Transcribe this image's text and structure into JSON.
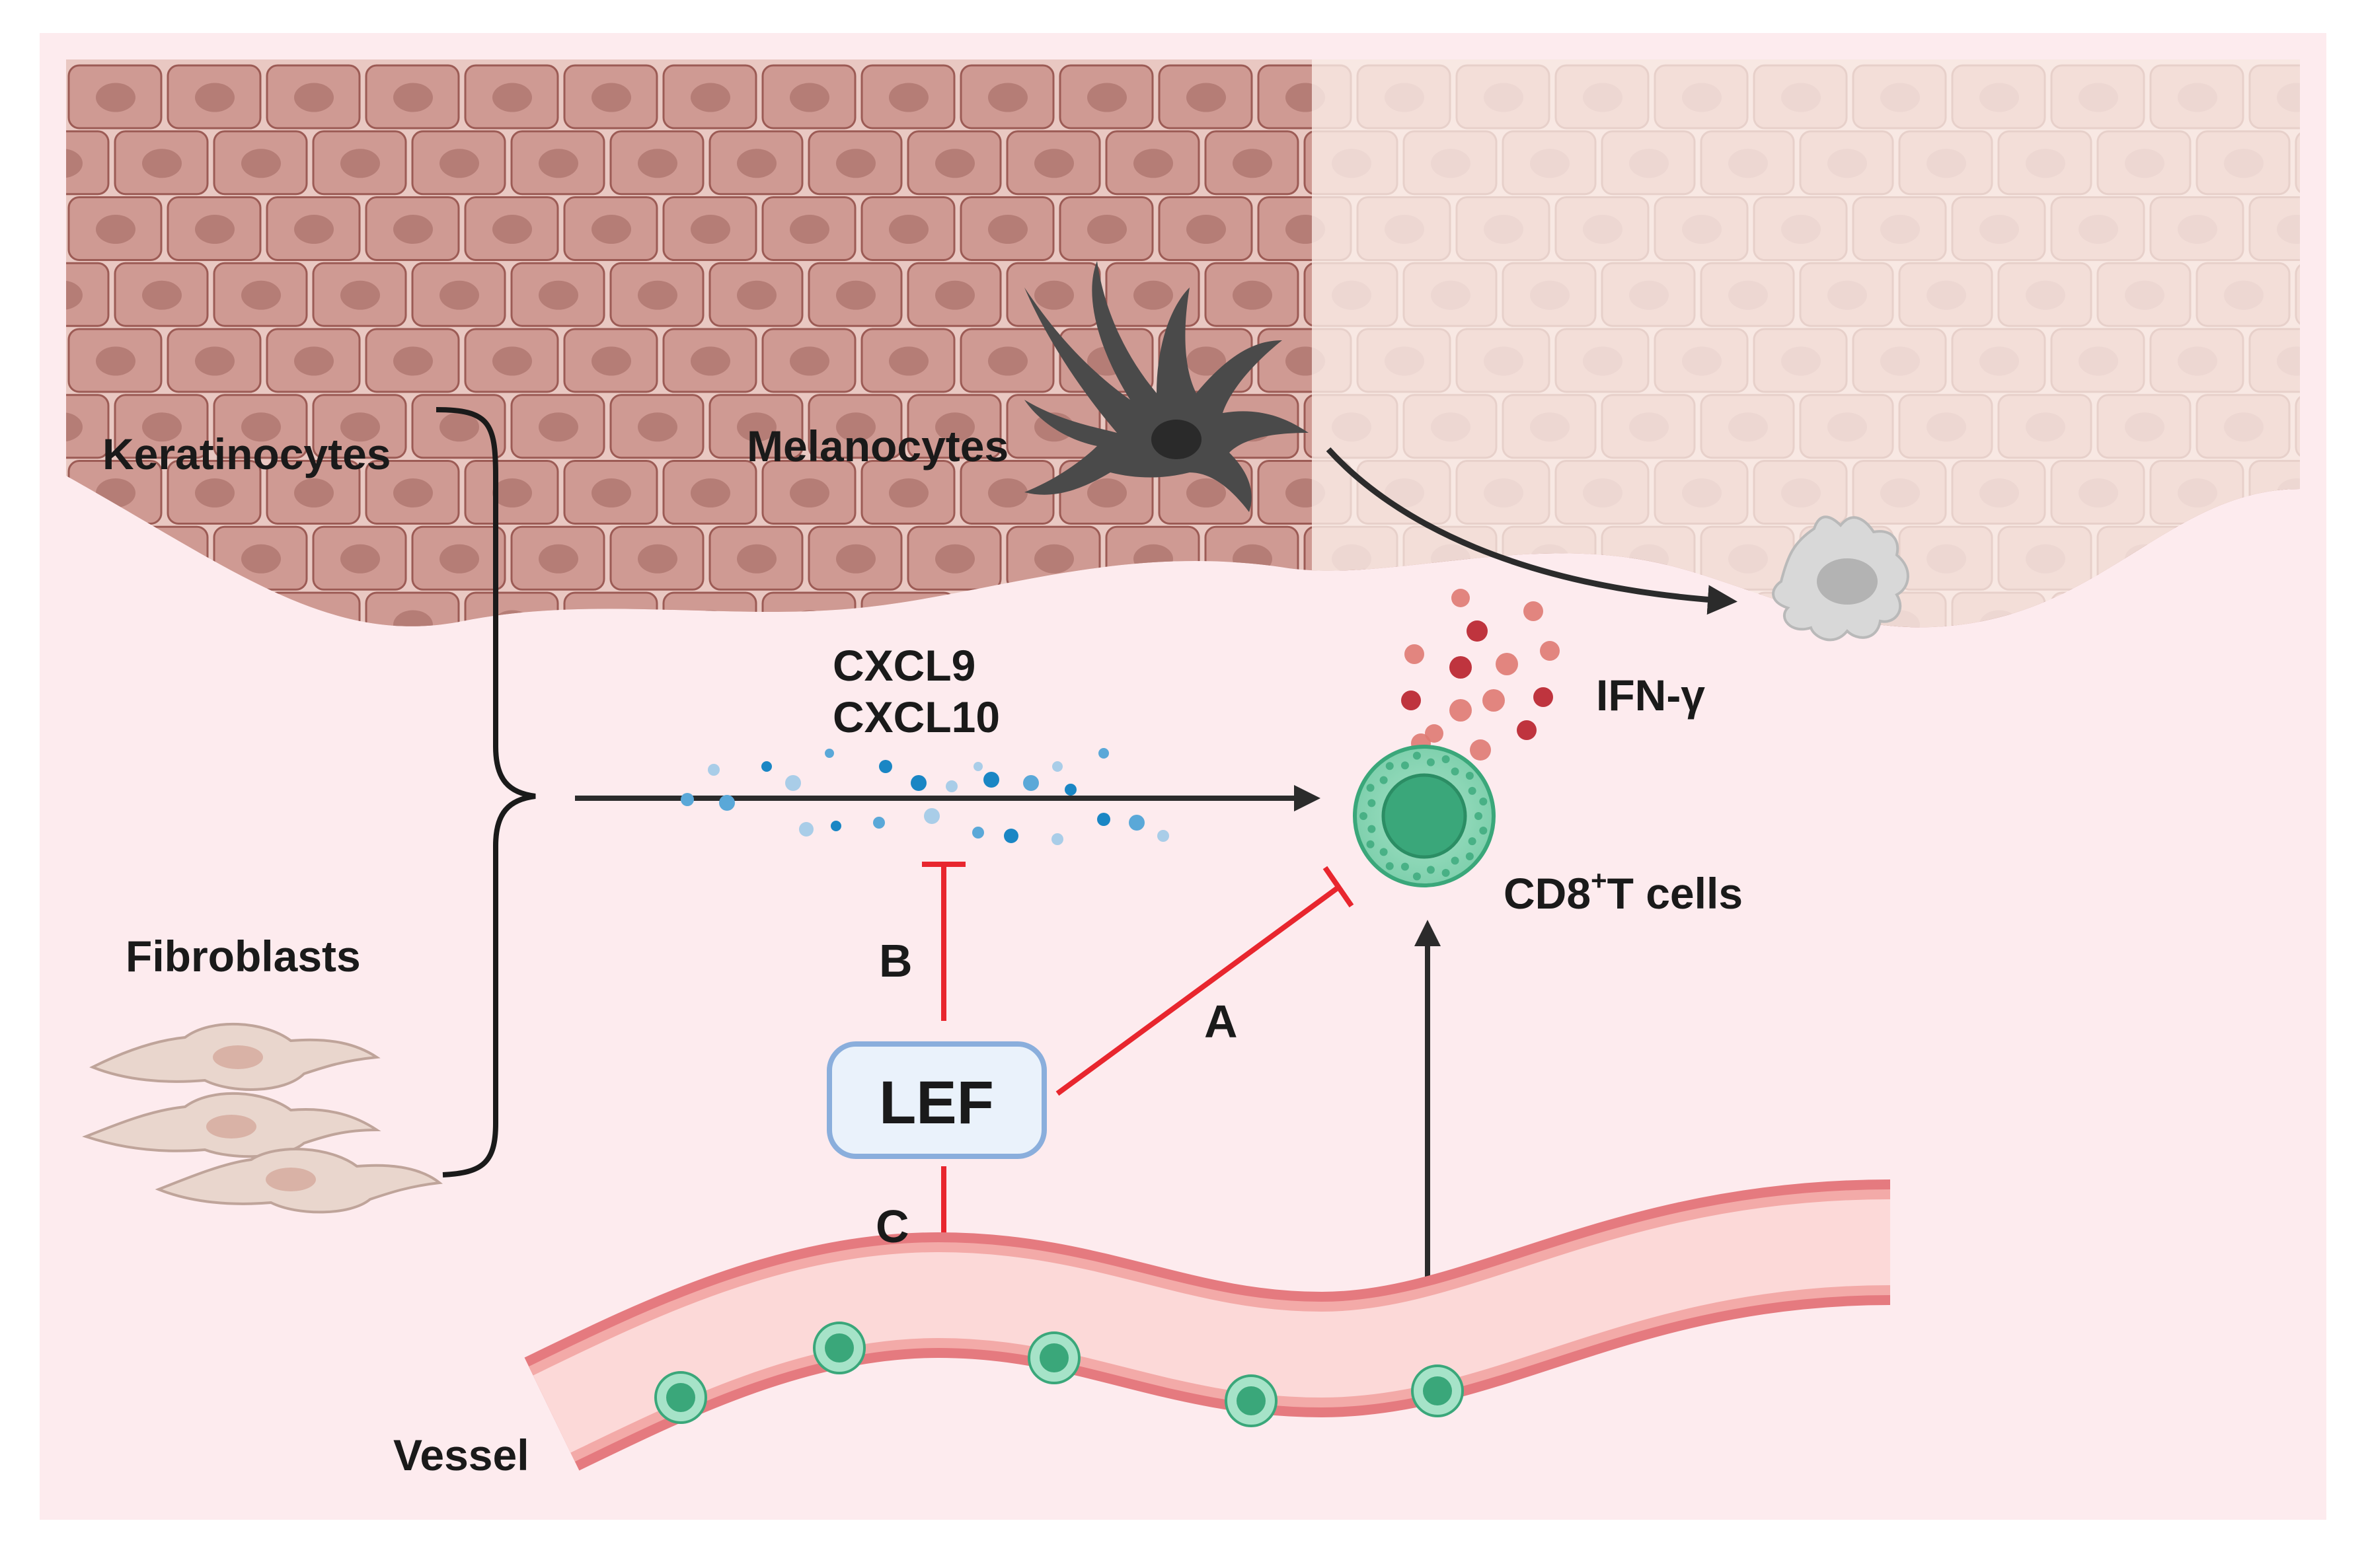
{
  "labels": {
    "keratinocytes": "Keratinocytes",
    "melanocytes": "Melanocytes",
    "fibroblasts": "Fibroblasts",
    "vessel": "Vessel",
    "cxcl9": "CXCL9",
    "cxcl10": "CXCL10",
    "ifn_gamma": "IFN-γ",
    "cd8_prefix": "CD8",
    "cd8_sup": "+",
    "cd8_suffix": "T cells",
    "lef": "LEF",
    "path_a": "A",
    "path_b": "B",
    "path_c": "C"
  },
  "colors": {
    "background": "#fdebee",
    "keratinocyte_fill": "#cf9a93",
    "keratinocyte_stroke": "#9c5b55",
    "faded_fill": "#f8ddd6",
    "melanocyte": "#4a4a4a",
    "cd8_cell": "#7fd0ad",
    "cd8_nucleus": "#3aa77a",
    "vessel_wall": "#e57a7f",
    "vessel_lumen": "#fcd9d8",
    "inhibition": "#e8262e",
    "arrow": "#2b2b2b",
    "lef_box_fill": "#eaf2fb",
    "lef_box_stroke": "#8aaedc"
  }
}
